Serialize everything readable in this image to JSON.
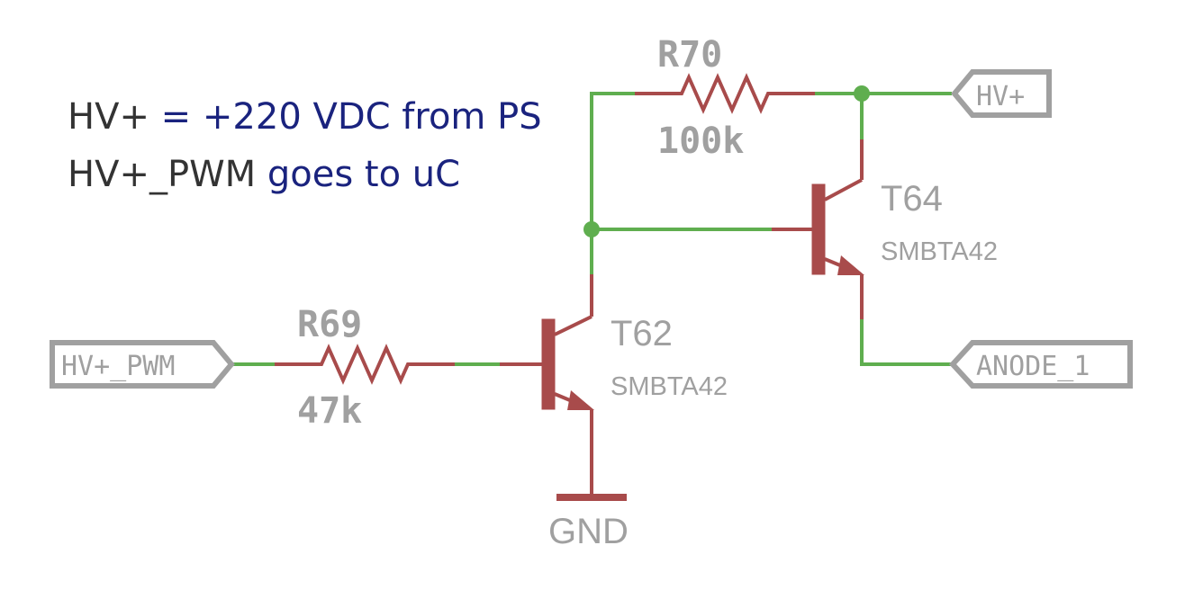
{
  "colors": {
    "wire": "#5fae4f",
    "component": "#a84b4b",
    "label": "#a0a0a0",
    "note_dark": "#333333",
    "note_blue": "#1a237e"
  },
  "notes": {
    "line1_part1": "HV+",
    "line1_part2": " = +220 VDC from PS",
    "line2_part1": "HV+_PWM",
    "line2_part2": " goes to uC"
  },
  "components": {
    "r70": {
      "name": "R70",
      "value": "100k"
    },
    "r69": {
      "name": "R69",
      "value": "47k"
    },
    "t64": {
      "name": "T64",
      "part": "SMBTA42"
    },
    "t62": {
      "name": "T62",
      "part": "SMBTA42"
    },
    "gnd": {
      "label": "GND"
    }
  },
  "ports": {
    "hv_plus": "HV+",
    "hv_pwm": "HV+_PWM",
    "anode": "ANODE_1"
  }
}
